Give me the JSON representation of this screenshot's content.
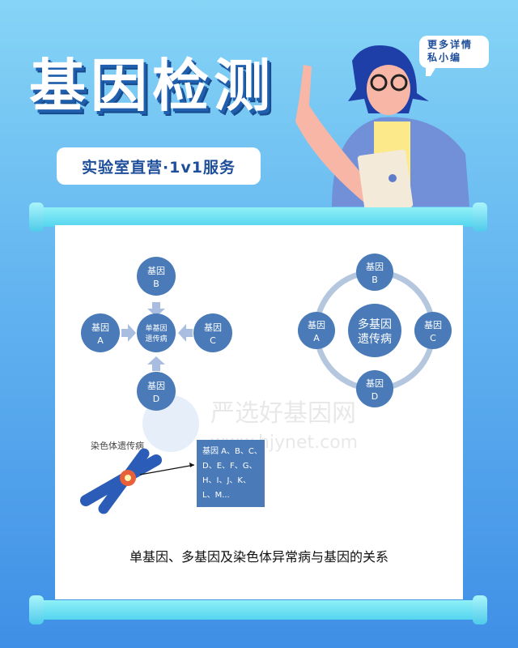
{
  "header": {
    "title": "基因检测",
    "tagline": "实验室直营·1v1服务",
    "bubble_line1": "更多详情",
    "bubble_line2": "私小编"
  },
  "diagram": {
    "single": {
      "center_line1": "单基因",
      "center_line2": "遗传病",
      "nodes": [
        {
          "l1": "基因",
          "l2": "A"
        },
        {
          "l1": "基因",
          "l2": "B"
        },
        {
          "l1": "基因",
          "l2": "C"
        },
        {
          "l1": "基因",
          "l2": "D"
        }
      ]
    },
    "multi": {
      "center_line1": "多基因",
      "center_line2": "遗传病",
      "nodes": [
        {
          "l1": "基因",
          "l2": "A"
        },
        {
          "l1": "基因",
          "l2": "B"
        },
        {
          "l1": "基因",
          "l2": "C"
        },
        {
          "l1": "基因",
          "l2": "D"
        }
      ]
    },
    "chromosome": {
      "label": "染色体遗传病",
      "box_lines": [
        "基因 A、B、C、",
        "D、E、F、G、",
        "H、I、J、K、",
        "L、M..."
      ]
    },
    "watermark": {
      "name": "严选好基因网",
      "url": "www.hjynet.com"
    }
  },
  "caption": "单基因、多基因及染色体异常病与基因的关系",
  "colors": {
    "node": "#4a7bb8",
    "ring": "#b5c6df",
    "arrow": "#a9bde0"
  }
}
